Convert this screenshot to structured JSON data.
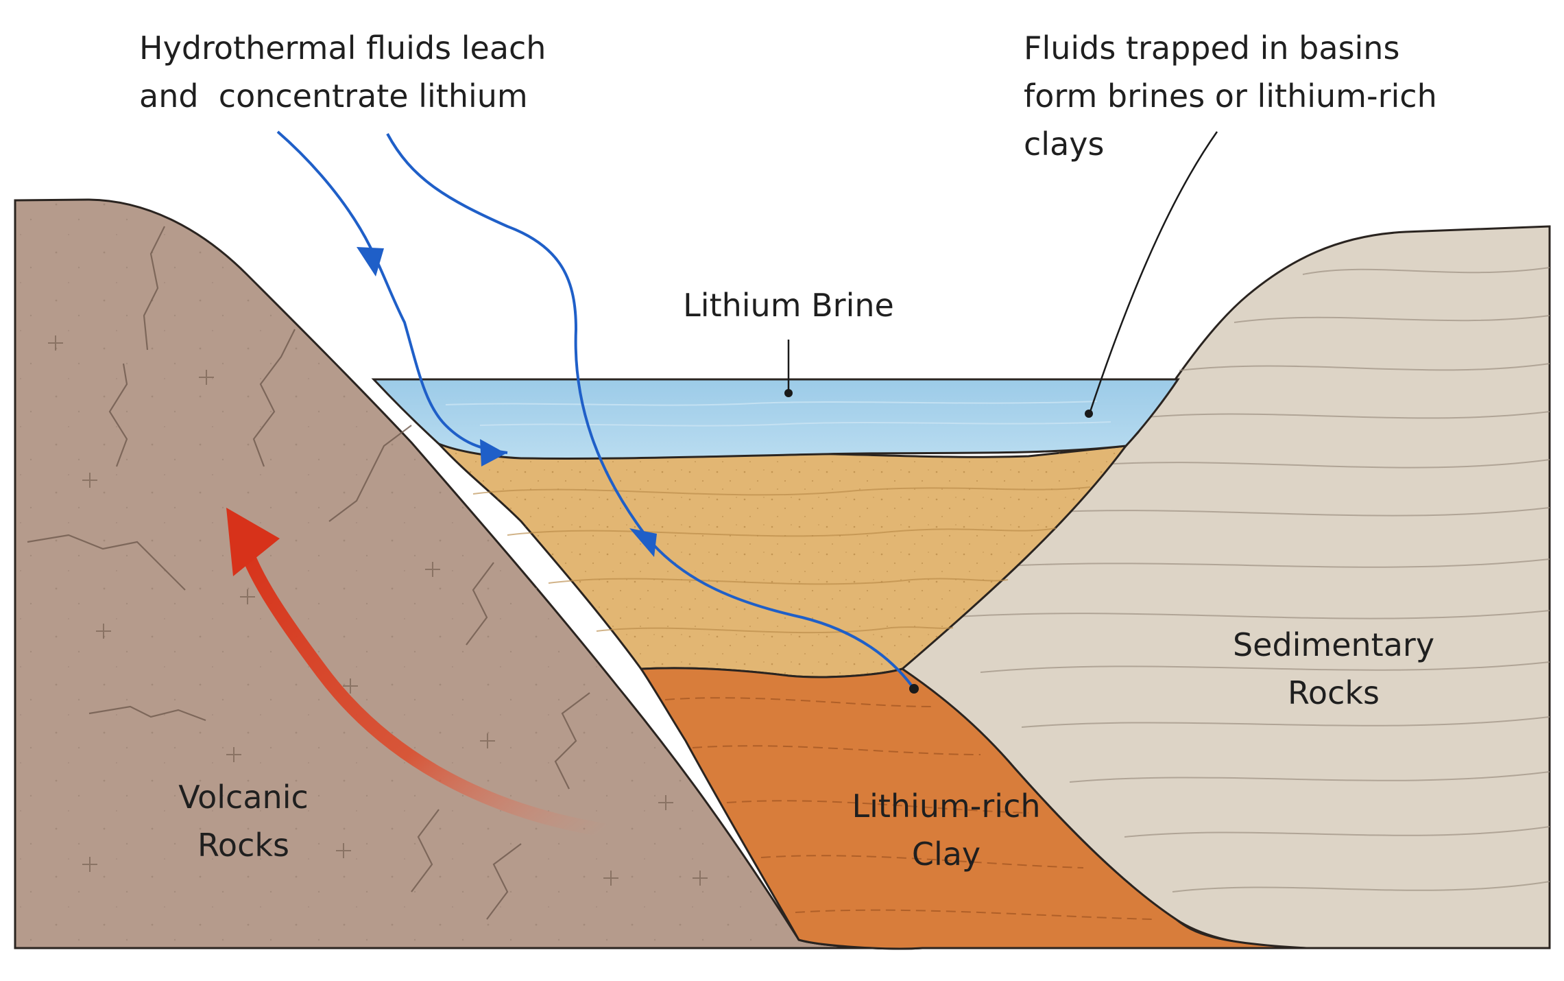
{
  "annotations": {
    "hydrothermal": [
      "Hydrothermal fluids leach",
      "and  concentrate lithium"
    ],
    "trapped": [
      "Fluids trapped in basins",
      "form brines or lithium-rich",
      "clays"
    ]
  },
  "layers": {
    "brine": "Lithium Brine",
    "sedimentary": [
      "Sedimentary",
      "Rocks"
    ],
    "volcanic": [
      "Volcanic",
      "Rocks"
    ],
    "clay": [
      "Lithium-rich",
      "Clay"
    ]
  },
  "colors": {
    "volcanic_rock": "#b59b8c",
    "sedimentary_rock": "#ddd4c6",
    "sand_layer": "#e2b673",
    "clay_layer": "#d87d3b",
    "brine_water": "#a6d0ea",
    "fluid_arrow": "#1f5fc8",
    "heat_arrow": "#d93a1c",
    "outline": "#2a2420"
  }
}
